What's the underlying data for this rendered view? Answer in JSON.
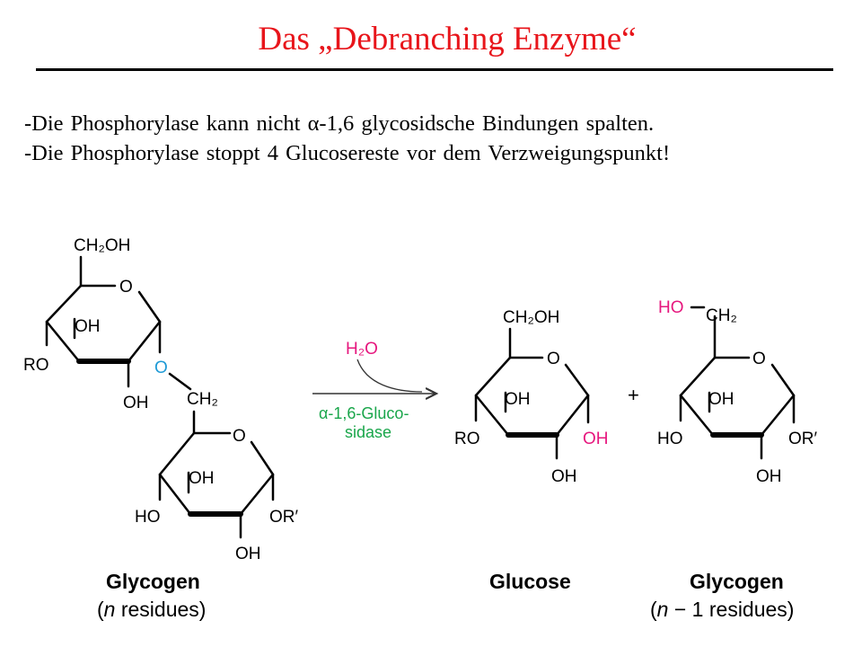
{
  "slide": {
    "title": "Das „Debranching Enzyme“",
    "bullets": [
      {
        "prefix": "-Die Phosphorylase kann nicht ",
        "alpha": "α",
        "suffix": "-1,6 glycosidsche Bindungen spalten."
      },
      {
        "text": "-Die Phosphorylase stoppt 4 Glucosereste vor dem Verzweigungspunkt!"
      }
    ]
  },
  "scheme": {
    "colors": {
      "bond": "#000000",
      "link_oxygen": "#1e9ad6",
      "new_hydroxyl": "#e6177e",
      "enzyme": "#1aa64b",
      "arrow": "#333333"
    },
    "labels": {
      "ch2oh": "CH₂OH",
      "ch2": "CH₂",
      "ring_o": "O",
      "oh": "OH",
      "ro": "RO",
      "ho": "HO",
      "or_prime": "OR′",
      "link_o": "O",
      "ho_prefix": "HO",
      "plus": "+"
    },
    "reagent": "H₂O",
    "enzyme": {
      "line1": "α-1,6-Gluco-",
      "line2": "sidase"
    },
    "captions": {
      "left": {
        "name": "Glycogen",
        "detail_open": "(",
        "detail_n": "n",
        "detail_rest": " residues)"
      },
      "middle": {
        "name": "Glucose"
      },
      "right": {
        "name": "Glycogen",
        "detail_open": "(",
        "detail_n": "n",
        "detail_rest": " − 1 residues)"
      }
    }
  }
}
